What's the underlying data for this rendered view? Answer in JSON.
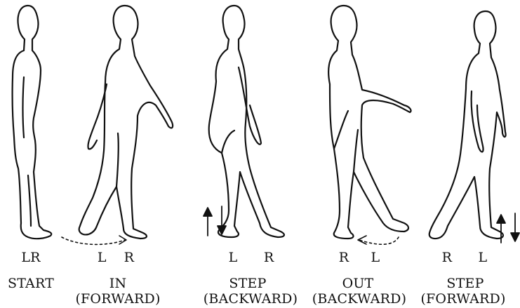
{
  "figures": [
    {
      "id": "start",
      "foot_labels": "LR",
      "step_name": "START",
      "direction": ""
    },
    {
      "id": "in",
      "foot_labels": "L    R",
      "step_name": "IN",
      "direction": "(FORWARD)"
    },
    {
      "id": "step-back",
      "foot_labels": "L      R",
      "step_name": "STEP",
      "direction": "(BACKWARD)"
    },
    {
      "id": "out",
      "foot_labels": "R     L",
      "step_name": "OUT",
      "direction": "(BACKWARD)"
    },
    {
      "id": "step-fwd",
      "foot_labels": "R      L",
      "step_name": "STEP",
      "direction": "(FORWARD)"
    }
  ],
  "colors": {
    "ink": "#111111",
    "paper": "#ffffff"
  },
  "icons": [
    "human-outline",
    "up-down-arrows-icon",
    "dotted-arrow-icon"
  ]
}
